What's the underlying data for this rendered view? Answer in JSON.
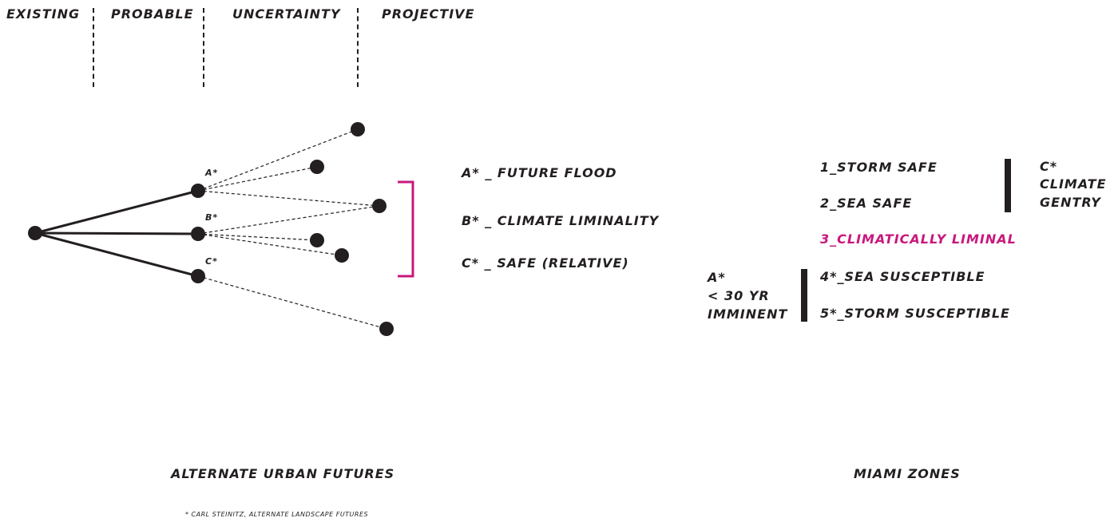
{
  "headers": [
    "EXISTING",
    "PROBABLE",
    "UNCERTAINTY",
    "PROJECTIVE"
  ],
  "tree": {
    "branch_labels": [
      "A*",
      "B*",
      "C*"
    ]
  },
  "legend": {
    "items": [
      "A* _  FUTURE FLOOD",
      "B* _  CLIMATE LIMINALITY",
      "C* _  SAFE (RELATIVE)"
    ],
    "bracket_color": "#c8177e"
  },
  "zones": {
    "items": [
      "1_STORM SAFE",
      "2_SEA SAFE",
      "3_CLIMATICALLY LIMINAL",
      "4*_SEA SUSCEPTIBLE",
      "5*_STORM  SUSCEPTIBLE"
    ],
    "highlight_color": "#c8177e",
    "group_c_label": [
      "C*",
      "CLIMATE",
      "GENTRY"
    ],
    "group_a_label": [
      "A*",
      "< 30 YR",
      "IMMINENT"
    ]
  },
  "captions": {
    "left": "ALTERNATE URBAN FUTURES",
    "right": "MIAMI ZONES",
    "footnote": "* CARL STEINITZ, ALTERNATE LANDSCAPE FUTURES"
  }
}
